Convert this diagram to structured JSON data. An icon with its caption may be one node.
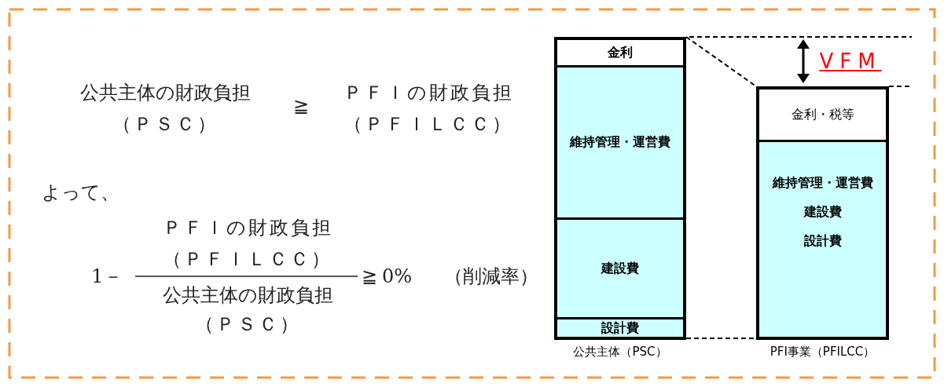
{
  "diagram": {
    "nodes": [
      {
        "text": [],
        "shape": "bar",
        "beside": [
          "公共主体（PSC）"
        ]
      },
      {
        "text": [
          "金利"
        ],
        "in": 0
      },
      {
        "text": [
          "維持管理・運営費"
        ],
        "in": 0
      },
      {
        "text": [
          "建設費"
        ],
        "in": 0
      },
      {
        "text": [
          "設計費"
        ],
        "in": 0
      },
      {
        "text": [],
        "shape": "bar",
        "beside": [
          "PFI事業（PFILCC）"
        ]
      },
      {
        "text": [
          "金利・税等"
        ],
        "in": 5
      },
      {
        "text": [
          "維持管理・運営費",
          "建設費",
          "設計費"
        ],
        "in": 5
      }
    ],
    "edges": [
      {
        "from": 0,
        "to": 5,
        "arrow": "none",
        "style": "dashed"
      },
      {
        "from": 0,
        "to": 5,
        "arrow": "none",
        "style": "dashed"
      }
    ],
    "labels": [
      "公共主体の財政負担",
      "（ＰＳＣ）",
      "≧",
      "ＰＦＩの財政負担",
      "（ＰＦＩＬＣＣ）",
      "よって、",
      "1－",
      "ＰＦＩの財政負担",
      "（ＰＦＩＬＣＣ）",
      "公共主体の財政負担",
      "（ＰＳＣ）",
      "≧",
      "0%",
      "（削減率）",
      "VFM"
    ]
  }
}
